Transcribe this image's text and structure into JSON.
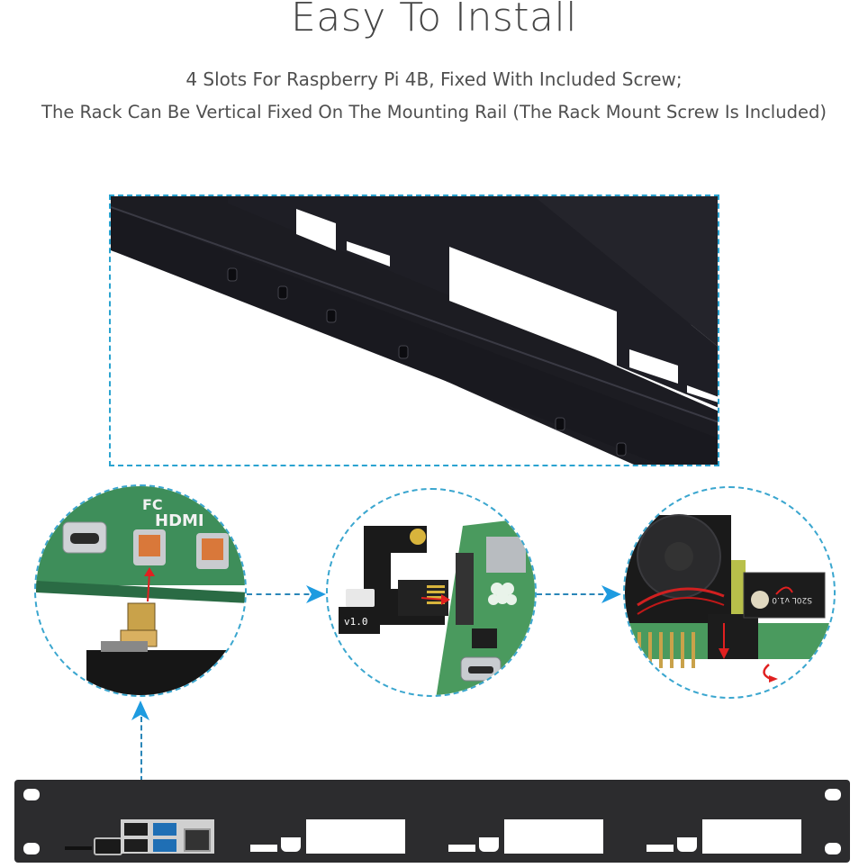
{
  "header": {
    "title": "Easy To Install",
    "subtitle_line1": "4 Slots For Raspberry Pi 4B, Fixed With Included Screw;",
    "subtitle_line2": "The Rack Can Be Vertical Fixed On The Mounting Rail (The Rack Mount Screw Is Included)"
  },
  "colors": {
    "dashed_accent": "#2aa3d0",
    "arrow_blue": "#1e9be0",
    "rack_black": "#2c2c2e",
    "pcb_green": "#3f8f55",
    "connector_orange": "#d9783a",
    "red_arrow": "#e02020"
  },
  "steps": [
    {
      "name": "hdmi-adapter-step",
      "labels": [
        "FC",
        "HDMI"
      ]
    },
    {
      "name": "microsd-adapter-step",
      "labels": [
        "v1.0"
      ]
    },
    {
      "name": "fan-power-step",
      "labels": []
    }
  ],
  "rack_panel": {
    "slots": 4
  }
}
